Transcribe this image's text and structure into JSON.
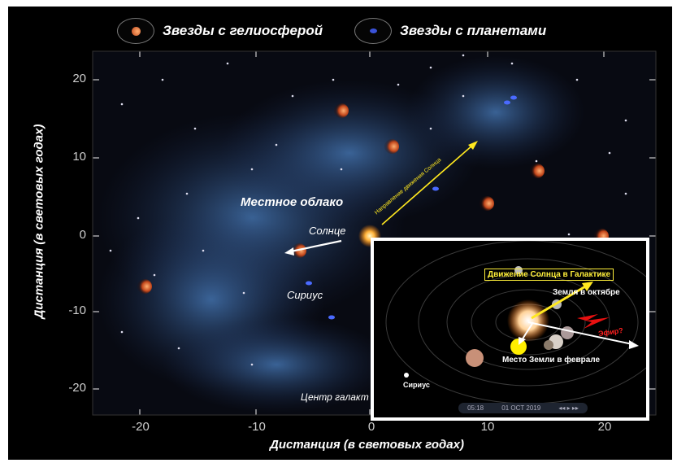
{
  "legend": [
    {
      "label": "Звезды с гелиосферой",
      "icon": "heliosphere-star-icon",
      "color": "#e0682e"
    },
    {
      "label": "Звезды с планетами",
      "icon": "planet-star-icon",
      "color": "#3a52d8"
    }
  ],
  "axes": {
    "xlabel": "Дистанция (в световых годах)",
    "ylabel": "Дистанция (в световых годах)",
    "x_ticks": [
      "-20",
      "-10",
      "0",
      "10",
      "20"
    ],
    "y_ticks": [
      "20",
      "10",
      "0",
      "-10",
      "-20"
    ],
    "xlim": [
      -24,
      24
    ],
    "ylim": [
      -24,
      24
    ]
  },
  "map_labels": {
    "cloud": "Местное облако",
    "sun": "Солнце",
    "sirius": "Сириус",
    "galactic_center": "Центр галакт",
    "direction": "Направление движения Солнца"
  },
  "inset": {
    "title": "Движение Солнца в Галактике",
    "earth_october": "Земля в октябре",
    "earth_february": "Место Земли в феврале",
    "ether": "Эфир?",
    "sirius": "Сириус",
    "time": "05:18",
    "date": "01 OCT 2019",
    "controls": "◂◂ ▸ ▸▸"
  },
  "colors": {
    "cloud": "#3a6fb0",
    "heliosphere": "#e0682e",
    "planet_star": "#3a52d8",
    "arrow_yellow": "#ffe81f",
    "sun_glow": "#ffb23a"
  }
}
